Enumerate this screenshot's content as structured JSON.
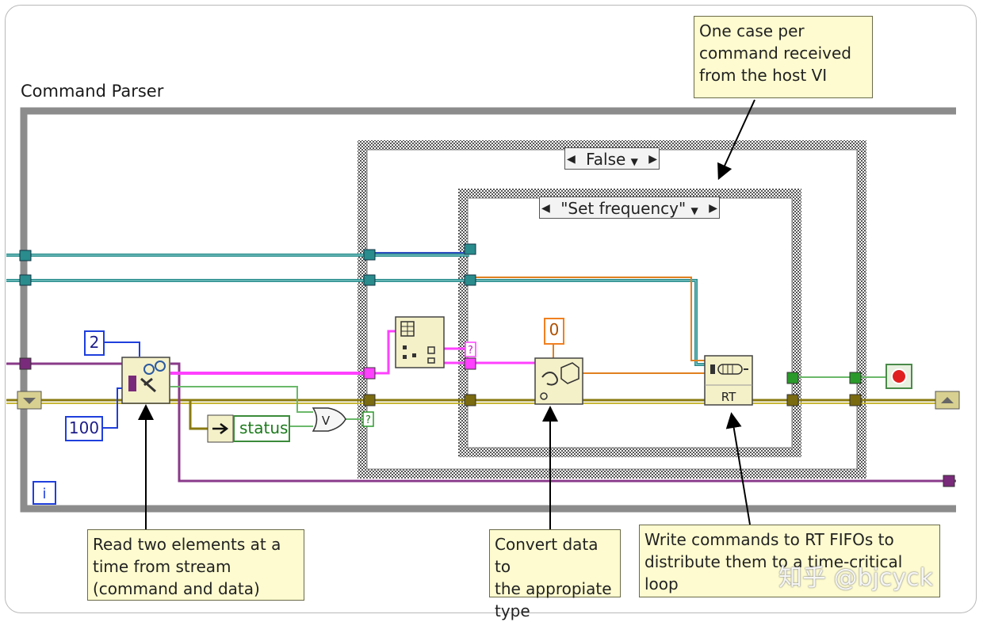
{
  "loop": {
    "title": "Command Parser",
    "iteration_label": "i"
  },
  "outer_case": {
    "selector_value": "False"
  },
  "inner_case": {
    "selector_value": "\"Set frequency\""
  },
  "constants": {
    "count": "2",
    "timeout": "100",
    "zero": "0"
  },
  "status_label": "status",
  "or_gate_label": "V",
  "rt_fifo_label": "RT",
  "tunnel_marks": [
    "?",
    "?"
  ],
  "annotations": {
    "top": "One case per\ncommand received\nfrom the host VI",
    "read": "Read two elements at a\ntime from stream\n(command and data)",
    "convert": "Convert data to\nthe appropiate\ntype",
    "write": "Write commands to RT FIFOs to\ndistribute them to a time-critical\nloop"
  },
  "watermark": "知乎 @bjcyck",
  "colors": {
    "cluster_teal": "#2a8c8c",
    "error_wire": "#8a7a10",
    "string_wire": "#ff40ff",
    "stream_wire": "#8a3a8a",
    "variant_wire": "#e08020",
    "boolean_wire": "#2a9a2a",
    "note_bg": "#fdfbcf"
  },
  "icons": [
    "shift-register-icon",
    "read-stream-icon",
    "unflatten-icon",
    "variant-to-data-icon",
    "rt-fifo-write-icon",
    "stop-button-icon",
    "or-gate-icon",
    "loop-iteration-icon"
  ]
}
